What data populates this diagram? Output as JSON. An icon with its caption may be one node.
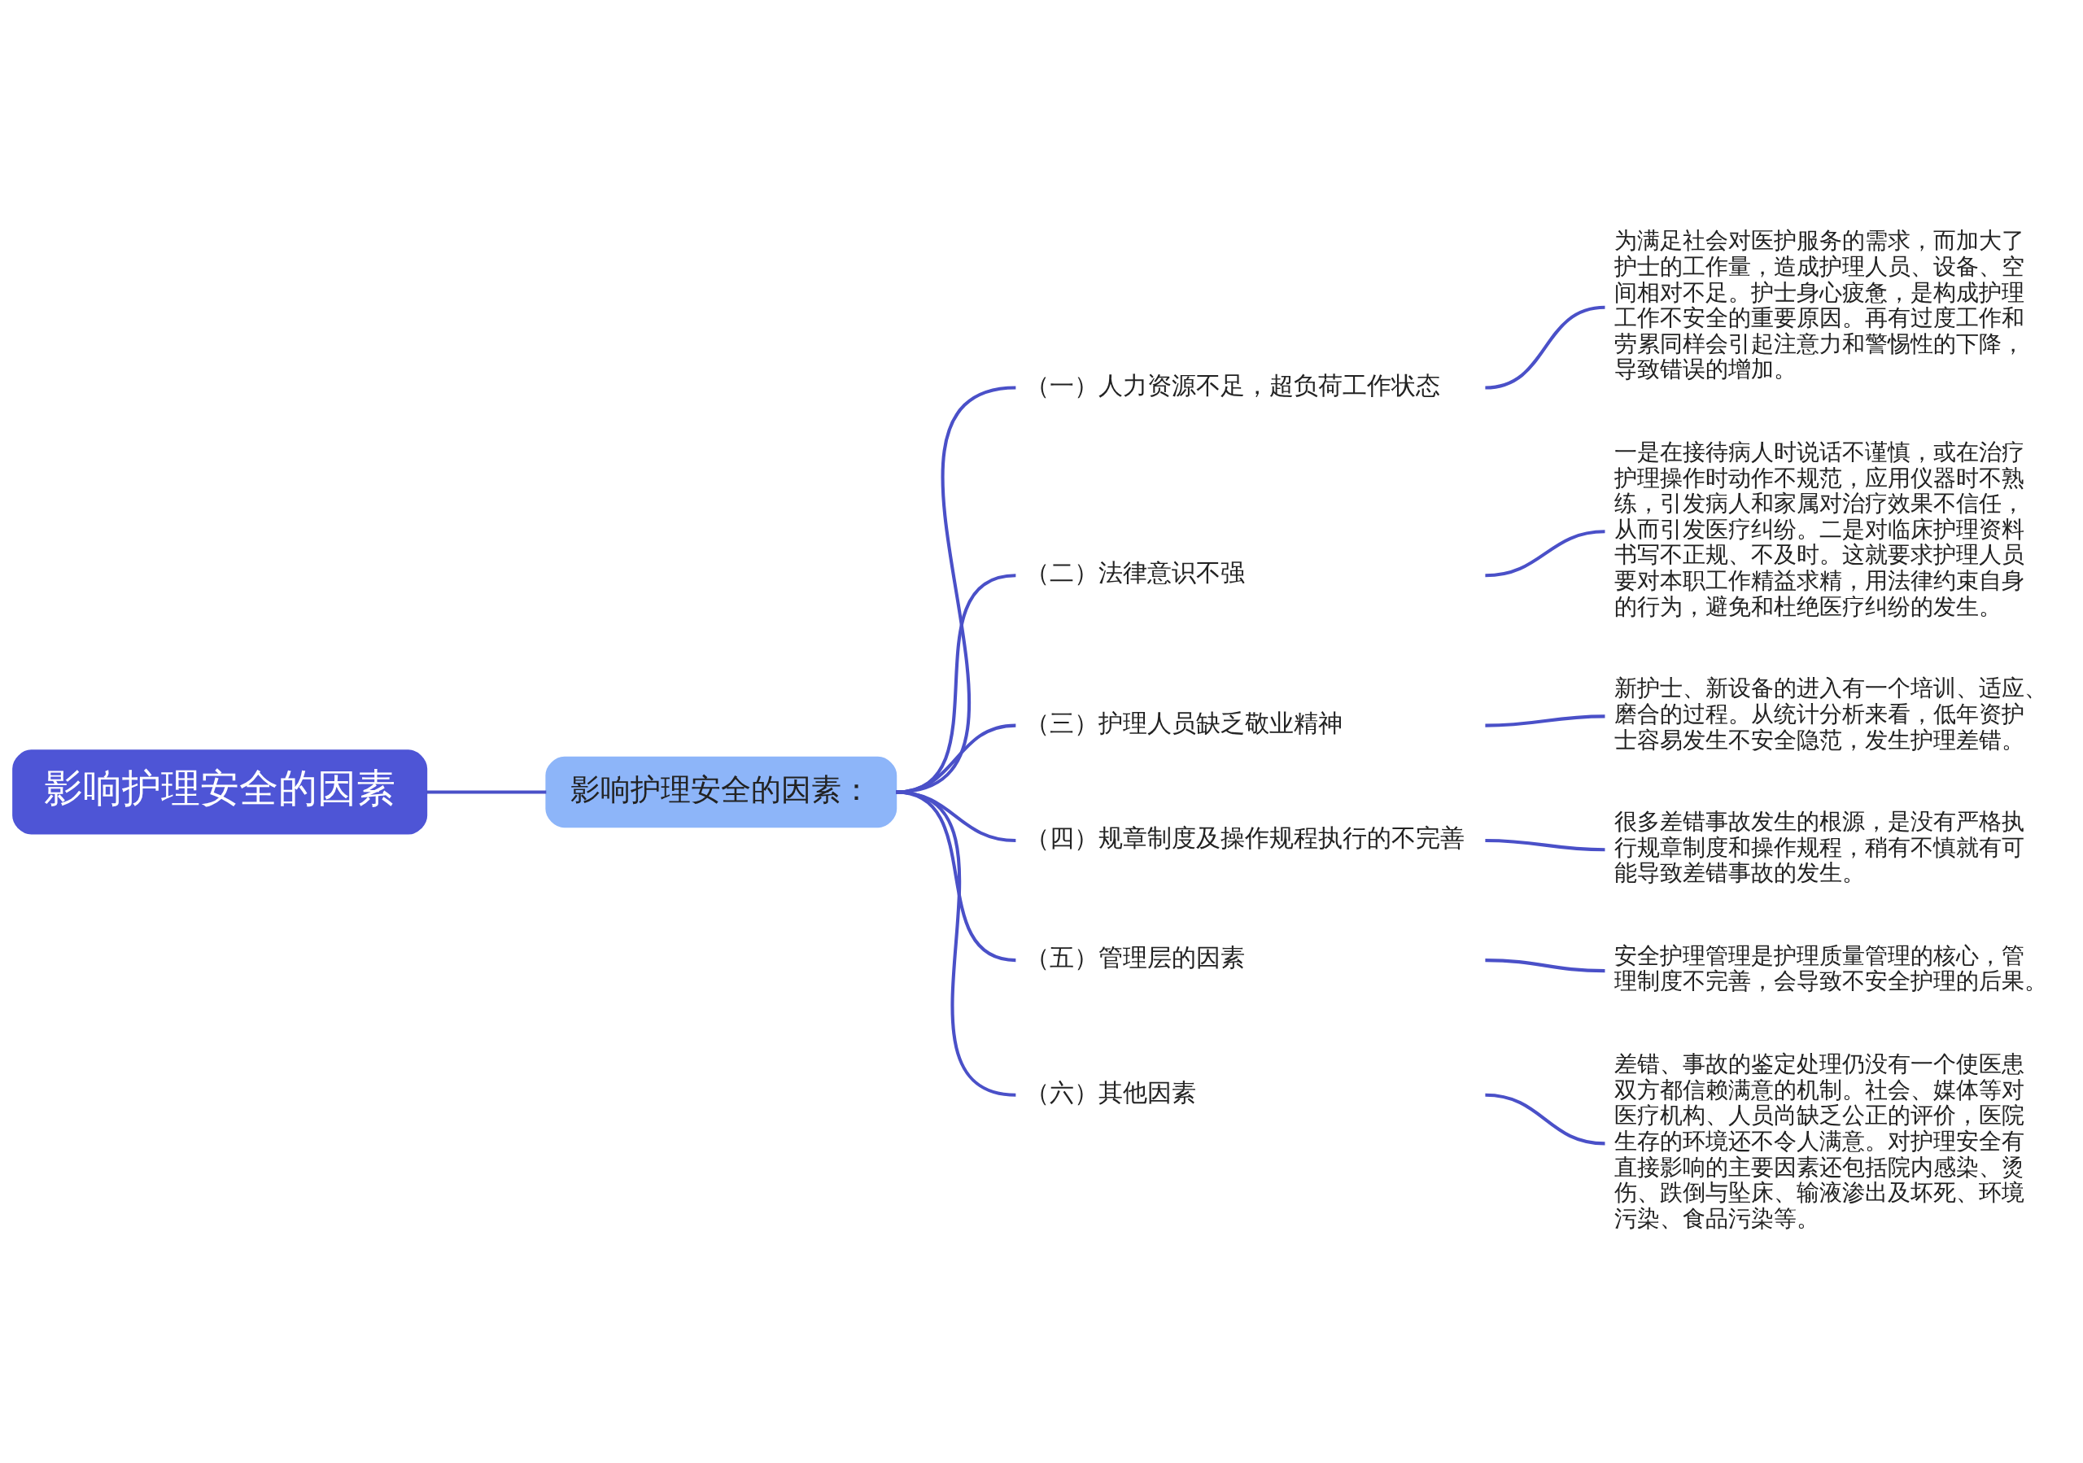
{
  "diagram": {
    "nodes": [
      {
        "text": [
          "影响护理安全的因素"
        ]
      },
      {
        "text": [
          "影响护理安全的因素："
        ]
      },
      {
        "text": [
          "（一）人力资源不足，超负荷工作状态"
        ]
      },
      {
        "text": [
          "为满足社会对医护服务的需求，而加大了护士的工作量，造成护理人员、设备、空间相对不足。护士身心疲惫，是构成护理工作不安全的重要原因。再有过度工作和劳累同样会引起注意力和警惕性的下降，导致错误的增加。"
        ]
      },
      {
        "text": [
          "（二）法律意识不强"
        ]
      },
      {
        "text": [
          "一是在接待病人时说话不谨慎，或在治疗护理操作时动作不规范，应用仪器时不熟练，引发病人和家属对治疗效果不信任，从而引发医疗纠纷。二是对临床护理资料书写不正规、不及时。这就要求护理人员要对本职工作精益求精，用法律约束自身的行为，避免和杜绝医疗纠纷的发生。"
        ]
      },
      {
        "text": [
          "（三）护理人员缺乏敬业精神"
        ]
      },
      {
        "text": [
          "新护士、新设备的进入有一个培训、适应、磨合的过程。从统计分析来看，低年资护士容易发生不安全隐范，发生护理差错。"
        ]
      },
      {
        "text": [
          "（四）规章制度及操作规程执行的不完善"
        ]
      },
      {
        "text": [
          "很多差错事故发生的根源，是没有严格执行规章制度和操作规程，稍有不慎就有可能导致差错事故的发生。"
        ]
      },
      {
        "text": [
          "（五）管理层的因素"
        ]
      },
      {
        "text": [
          "安全护理管理是护理质量管理的核心，管理制度不完善，会导致不安全护理的后果。"
        ]
      },
      {
        "text": [
          "（六）其他因素"
        ]
      },
      {
        "text": [
          "差错、事故的鉴定处理仍没有一个使医患双方都信赖满意的机制。社会、媒体等对医疗机构、人员尚缺乏公正的评价，医院生存的环境还不令人满意。对护理安全有直接影响的主要因素还包括院内感染、烫伤、跌倒与坠床、输液渗出及坏死、环境污染、食品污染等。"
        ]
      }
    ],
    "edges": [
      {
        "from": 0,
        "to": 1,
        "arrow": "none"
      },
      {
        "from": 1,
        "to": 2,
        "arrow": "none"
      },
      {
        "from": 1,
        "to": 4,
        "arrow": "none"
      },
      {
        "from": 1,
        "to": 6,
        "arrow": "none"
      },
      {
        "from": 1,
        "to": 8,
        "arrow": "none"
      },
      {
        "from": 1,
        "to": 10,
        "arrow": "none"
      },
      {
        "from": 1,
        "to": 12,
        "arrow": "none"
      },
      {
        "from": 2,
        "to": 3,
        "arrow": "none"
      },
      {
        "from": 4,
        "to": 5,
        "arrow": "none"
      },
      {
        "from": 6,
        "to": 7,
        "arrow": "none"
      },
      {
        "from": 8,
        "to": 9,
        "arrow": "none"
      },
      {
        "from": 10,
        "to": 11,
        "arrow": "none"
      },
      {
        "from": 12,
        "to": 13,
        "arrow": "none"
      }
    ]
  }
}
